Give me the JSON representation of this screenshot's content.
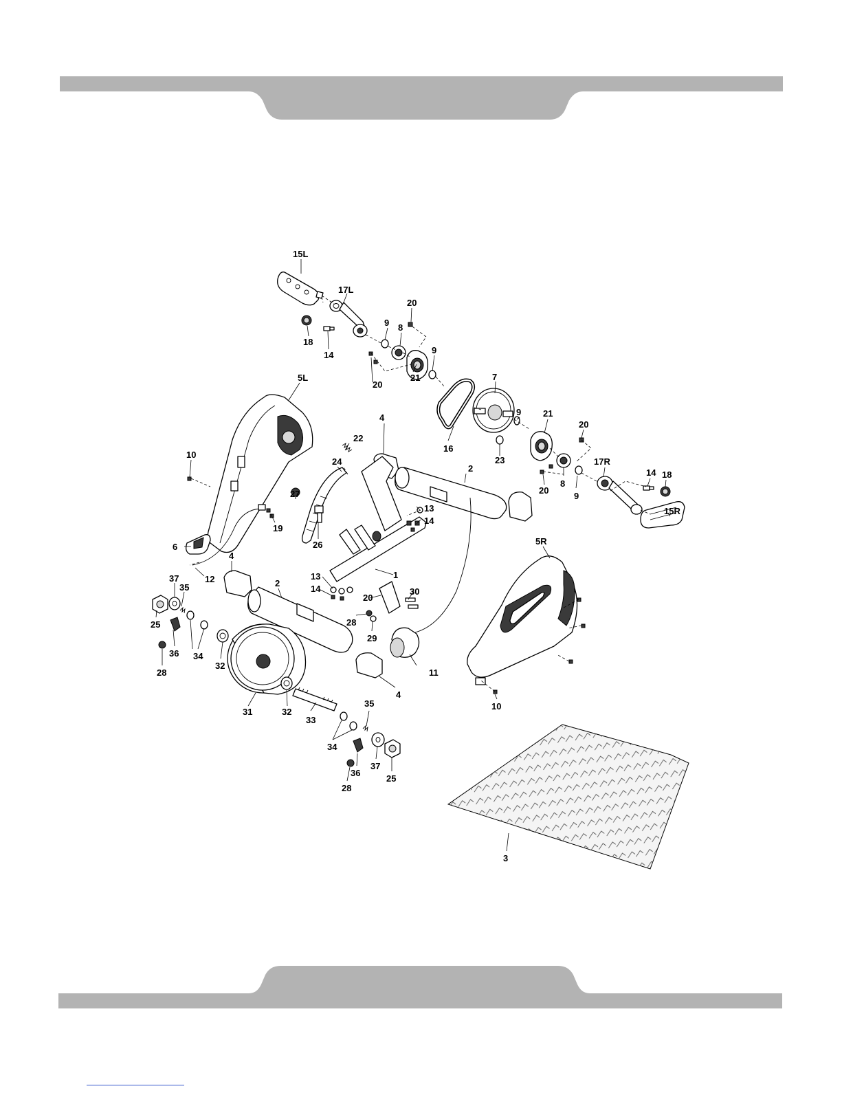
{
  "colors": {
    "band": "#b3b3b3",
    "ink": "#000000",
    "mat": "#f2f2f2"
  },
  "labels": {
    "l15L": "15L",
    "l17L": "17L",
    "l20a": "20",
    "l9a": "9",
    "l8a": "8",
    "l18a": "18",
    "l14a": "14",
    "l20b": "20",
    "l9b": "9",
    "l21a": "21",
    "l7": "7",
    "l5L": "5L",
    "l4a": "4",
    "l22": "22",
    "l9c": "9",
    "l21b": "21",
    "l20c": "20",
    "l10a": "10",
    "l24": "24",
    "l16": "16",
    "l23": "23",
    "l2a": "2",
    "l14b": "14",
    "l18b": "18",
    "l17R": "17R",
    "l20d": "20",
    "l8b": "8",
    "l9d": "9",
    "l27": "27",
    "l13a": "13",
    "l14c": "14",
    "l15R": "15R",
    "l6": "6",
    "l19": "19",
    "l26": "26",
    "l4b": "4",
    "l12": "12",
    "l37a": "37",
    "l1": "1",
    "l35a": "35",
    "l5R": "5R",
    "l13b": "13",
    "l2b": "2",
    "l14d": "14",
    "l20e": "20",
    "l30": "30",
    "l25a": "25",
    "l28a": "28",
    "l29": "29",
    "l36a": "36",
    "l34a": "34",
    "l32a": "32",
    "l28b": "28",
    "l11": "11",
    "l4c": "4",
    "l10b": "10",
    "l31": "31",
    "l32b": "32",
    "l33": "33",
    "l35b": "35",
    "l34b": "34",
    "l36b": "36",
    "l37b": "37",
    "l25b": "25",
    "l28c": "28",
    "l3": "3"
  }
}
